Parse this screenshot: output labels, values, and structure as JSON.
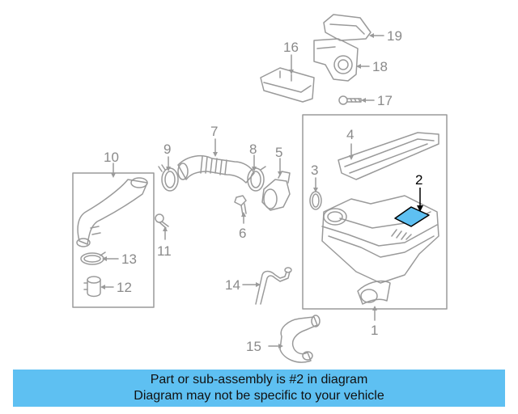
{
  "diagram": {
    "highlighted_part": "2",
    "part_numbers": {
      "p1": "1",
      "p2": "2",
      "p3": "3",
      "p4": "4",
      "p5": "5",
      "p6": "6",
      "p7": "7",
      "p8": "8",
      "p9": "9",
      "p10": "10",
      "p11": "11",
      "p12": "12",
      "p13": "13",
      "p14": "14",
      "p15": "15",
      "p16": "16",
      "p17": "17",
      "p18": "18",
      "p19": "19"
    },
    "colors": {
      "line": "#9a9a9a",
      "highlight": "#5ec0f2",
      "banner": "#5ec0f2"
    }
  },
  "caption": {
    "line1": "Part or sub-assembly is #2 in diagram",
    "line2": "Diagram may not be specific to your vehicle"
  }
}
